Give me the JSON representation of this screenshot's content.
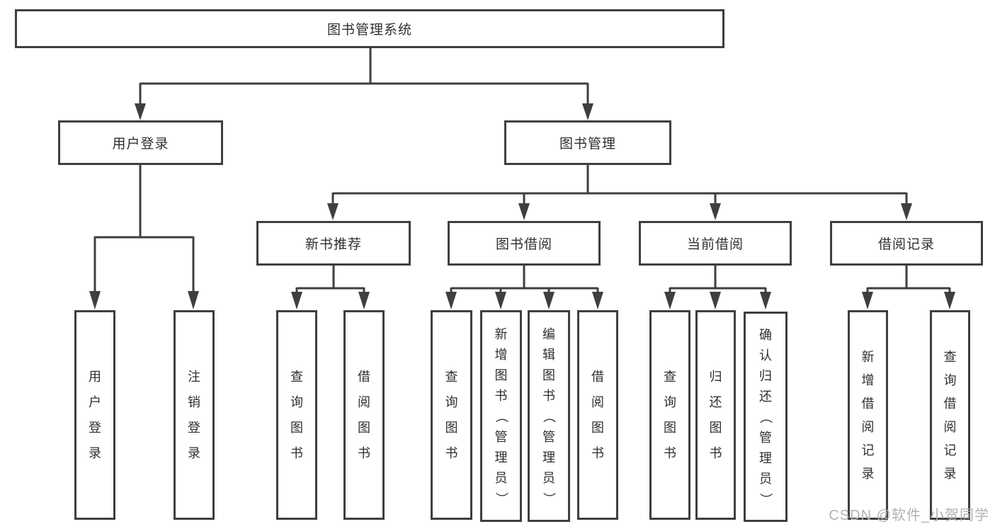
{
  "diagram": {
    "title": "图书管理系统",
    "root": {
      "label": "图书管理系统"
    },
    "level2": {
      "user_login": {
        "label": "用户登录"
      },
      "book_management": {
        "label": "图书管理"
      }
    },
    "level3": {
      "new_book_recommend": {
        "label": "新书推荐"
      },
      "book_borrow": {
        "label": "图书借阅"
      },
      "current_borrow": {
        "label": "当前借阅"
      },
      "borrow_record": {
        "label": "借阅记录"
      }
    },
    "leaves": {
      "user_login": [
        "用户登录",
        "注销登录"
      ],
      "new_book_recommend": [
        "查询图书",
        "借阅图书"
      ],
      "book_borrow": [
        "查询图书",
        "新增图书（管理员）",
        "编辑图书（管理员）",
        "借阅图书"
      ],
      "current_borrow": [
        "查询图书",
        "归还图书",
        "确认归还（管理员）"
      ],
      "borrow_record": [
        "新增借阅记录",
        "查询借阅记录"
      ]
    },
    "colors": {
      "line": "#3f3f3f",
      "text": "#2f2f2f",
      "watermark": "#b5b0b0",
      "background": "#ffffff"
    },
    "watermark": "CSDN @软件_小贺同学"
  }
}
